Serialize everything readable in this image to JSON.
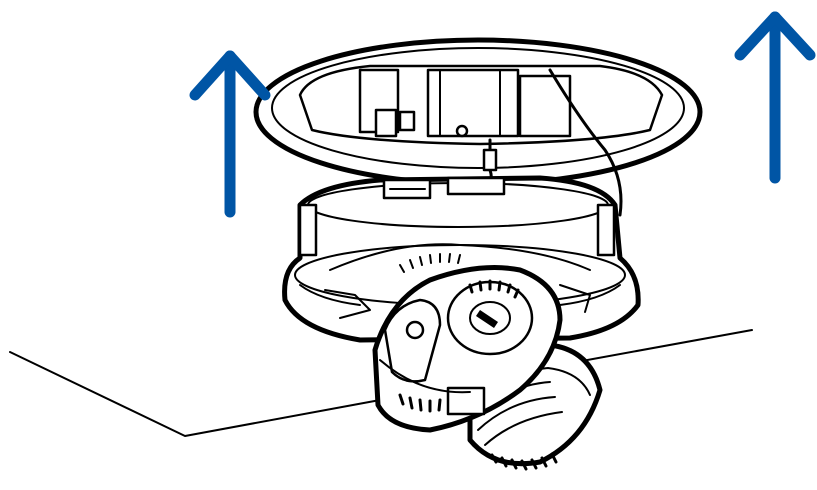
{
  "figure": {
    "background": "#ffffff",
    "line_color": "#000000",
    "arrow_color": "#0055a5",
    "icons": [
      "up-arrow-icon",
      "up-arrow-icon"
    ],
    "parts": [
      "ceiling-trim-ring",
      "camera-housing",
      "lens-module",
      "ceiling-surface",
      "safety-wire"
    ]
  }
}
